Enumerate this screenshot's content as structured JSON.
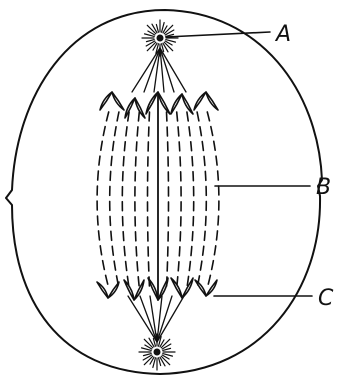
{
  "labels": {
    "a": "A",
    "b": "B",
    "c": "C"
  },
  "ink_color": "#111111"
}
